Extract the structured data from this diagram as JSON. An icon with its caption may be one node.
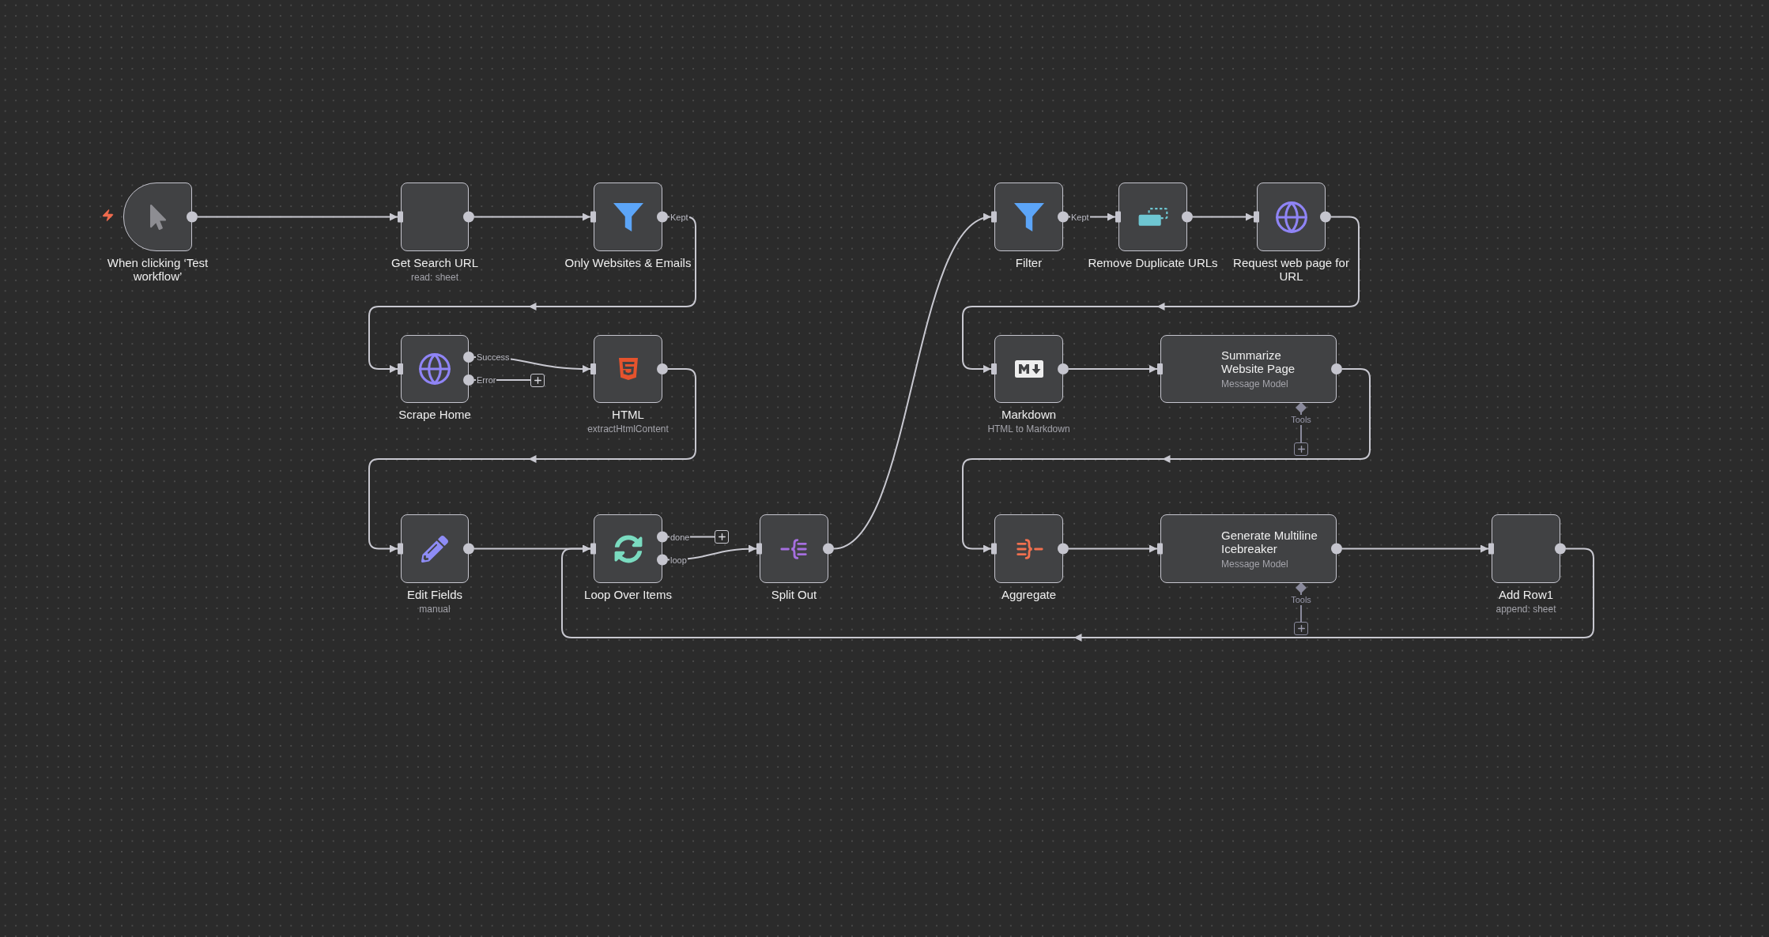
{
  "diagram": {
    "nodes": [
      {
        "text": [
          "When clicking ‘Test workflow’"
        ]
      },
      {
        "text": [
          "Get Search URL",
          "read: sheet"
        ]
      },
      {
        "text": [
          "Only Websites & Emails"
        ]
      },
      {
        "text": [
          "Scrape Home"
        ]
      },
      {
        "text": [
          "HTML",
          "extractHtmlContent"
        ]
      },
      {
        "text": [],
        "shape": "box"
      },
      {
        "text": [
          "Edit Fields",
          "manual"
        ]
      },
      {
        "text": [
          "Loop Over Items"
        ]
      },
      {
        "text": [],
        "shape": "box"
      },
      {
        "text": [
          "Split Out"
        ]
      },
      {
        "text": [
          "Filter"
        ]
      },
      {
        "text": [
          "Remove Duplicate URLs"
        ]
      },
      {
        "text": [
          "Request web page for URL"
        ]
      },
      {
        "text": [
          "Markdown",
          "HTML to Markdown"
        ]
      },
      {
        "text": [
          "Summarize Website Page",
          "Message Model"
        ]
      },
      {
        "text": [],
        "shape": "box"
      },
      {
        "text": [
          "Aggregate"
        ]
      },
      {
        "text": [
          "Generate Multiline Icebreaker",
          "Message Model"
        ]
      },
      {
        "text": [],
        "shape": "box"
      },
      {
        "text": [
          "Add Row1",
          "append: sheet"
        ]
      }
    ],
    "edges": [
      {
        "from": 0,
        "to": 1,
        "arrow": "to"
      },
      {
        "from": 1,
        "to": 2,
        "arrow": "to"
      },
      {
        "from": 2,
        "to": 3,
        "arrow": "to",
        "label": "Kept"
      },
      {
        "from": 3,
        "to": 4,
        "arrow": "to",
        "label": "Success"
      },
      {
        "from": 3,
        "to": 5,
        "arrow": "none",
        "label": "Error"
      },
      {
        "from": 4,
        "to": 6,
        "arrow": "to"
      },
      {
        "from": 6,
        "to": 7,
        "arrow": "to"
      },
      {
        "from": 7,
        "to": 8,
        "arrow": "none",
        "label": "done"
      },
      {
        "from": 7,
        "to": 9,
        "arrow": "to",
        "label": "loop"
      },
      {
        "from": 9,
        "to": 10,
        "arrow": "to"
      },
      {
        "from": 10,
        "to": 11,
        "arrow": "to",
        "label": "Kept"
      },
      {
        "from": 11,
        "to": 12,
        "arrow": "to"
      },
      {
        "from": 12,
        "to": 13,
        "arrow": "to"
      },
      {
        "from": 13,
        "to": 14,
        "arrow": "to"
      },
      {
        "from": 14,
        "to": 15,
        "arrow": "other",
        "label": "Tools",
        "color": "#8a8a9c"
      },
      {
        "from": 14,
        "to": 16,
        "arrow": "to"
      },
      {
        "from": 16,
        "to": 17,
        "arrow": "to"
      },
      {
        "from": 17,
        "to": 18,
        "arrow": "other",
        "label": "Tools",
        "color": "#8a8a9c"
      },
      {
        "from": 17,
        "to": 19,
        "arrow": "to"
      },
      {
        "from": 19,
        "to": 7,
        "arrow": "to"
      }
    ]
  }
}
